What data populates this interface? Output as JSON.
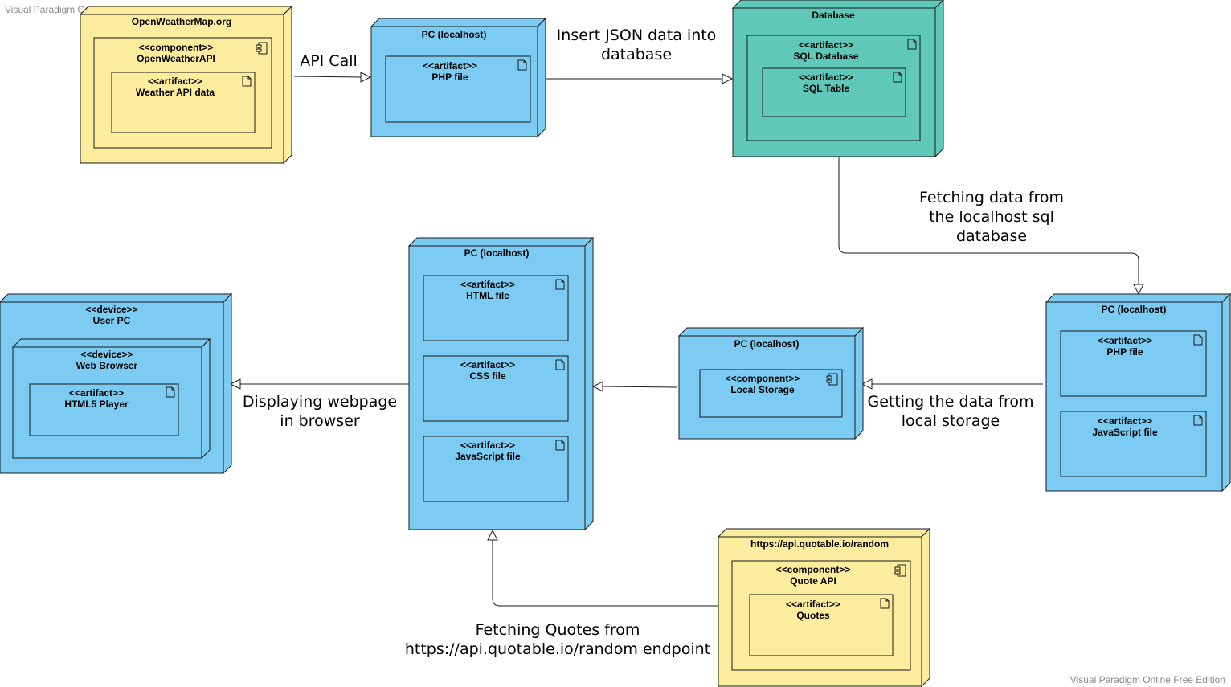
{
  "watermarks": {
    "top": "Visual Paradigm Online Free Edition",
    "bottom": "Visual Paradigm Online Free Edition"
  },
  "colors": {
    "yellow": "#fcec9e",
    "blue": "#7ccbf2",
    "teal": "#5fc8b9",
    "stroke": "#1a1a1a"
  },
  "icons": {
    "component": "component-icon",
    "artifact": "document-icon"
  },
  "nodes": {
    "openweather": {
      "title": "OpenWeatherMap.org",
      "component": {
        "stereotype": "<<component>>",
        "name": "OpenWeatherAPI"
      },
      "artifact": {
        "stereotype": "<<artifact>>",
        "name": "Weather API data"
      }
    },
    "pc_php": {
      "title": "PC (localhost)",
      "artifact": {
        "stereotype": "<<artifact>>",
        "name": "PHP file"
      }
    },
    "database": {
      "title": "Database",
      "artifact_outer": {
        "stereotype": "<<artifact>>",
        "name": "SQL Database"
      },
      "artifact_inner": {
        "stereotype": "<<artifact>>",
        "name": "SQL Table"
      }
    },
    "user_pc": {
      "stereotype": "<<device>>",
      "title": "User PC",
      "browser": {
        "stereotype": "<<device>>",
        "name": "Web Browser"
      },
      "artifact": {
        "stereotype": "<<artifact>>",
        "name": "HTML5 Player"
      }
    },
    "pc_web": {
      "title": "PC (localhost)",
      "html": {
        "stereotype": "<<artifact>>",
        "name": "HTML file"
      },
      "css": {
        "stereotype": "<<artifact>>",
        "name": "CSS file"
      },
      "js": {
        "stereotype": "<<artifact>>",
        "name": "JavaScript file"
      }
    },
    "pc_storage": {
      "title": "PC (localhost)",
      "component": {
        "stereotype": "<<component>>",
        "name": "Local Storage"
      }
    },
    "pc_right": {
      "title": "PC (localhost)",
      "php": {
        "stereotype": "<<artifact>>",
        "name": "PHP file"
      },
      "js": {
        "stereotype": "<<artifact>>",
        "name": "JavaScript file"
      }
    },
    "quotable": {
      "title": "https://api.quotable.io/random",
      "component": {
        "stereotype": "<<component>>",
        "name": "Quote API"
      },
      "artifact": {
        "stereotype": "<<artifact>>",
        "name": "Quotes"
      }
    }
  },
  "edges": {
    "api_call": [
      "API Call"
    ],
    "insert_json": [
      "Insert JSON data into",
      "database"
    ],
    "fetch_sql": [
      "Fetching data from",
      "the localhost sql",
      "database"
    ],
    "local_storage": [
      "Getting the data from",
      "local storage"
    ],
    "display": [
      "Displaying webpage",
      "in browser"
    ],
    "quotes": [
      "Fetching Quotes from",
      "https://api.quotable.io/random endpoint"
    ]
  }
}
